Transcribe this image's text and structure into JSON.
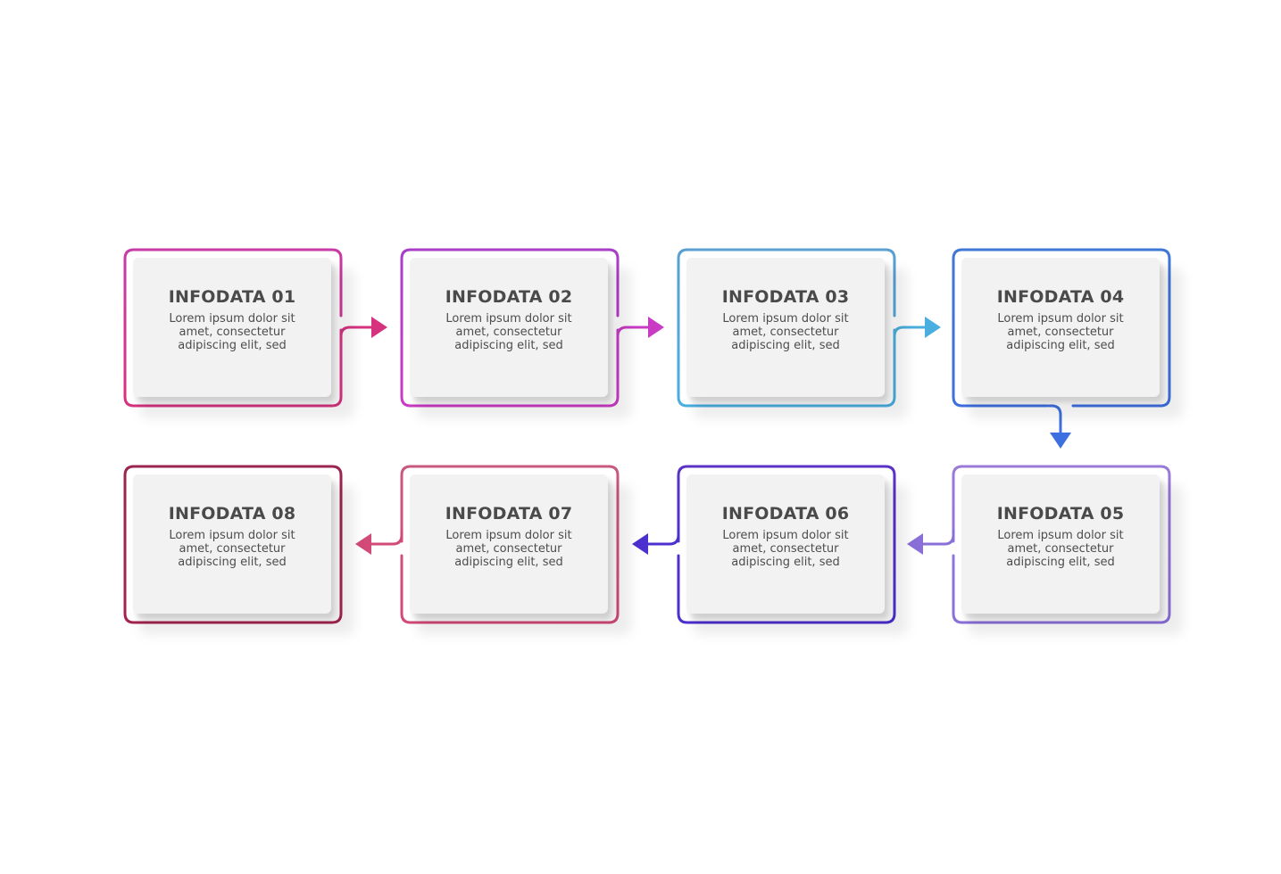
{
  "steps": [
    {
      "title": "INFODATA 01",
      "text": "Lorem ipsum dolor sit amet, consectetur adipiscing elit, sed",
      "color": "#d6337f",
      "color_top": "#c83aa6"
    },
    {
      "title": "INFODATA 02",
      "text": "Lorem ipsum dolor sit amet, consectetur adipiscing elit, sed",
      "color": "#c93bc4",
      "color_top": "#a93dc8"
    },
    {
      "title": "INFODATA 03",
      "text": "Lorem ipsum dolor sit amet, consectetur adipiscing elit, sed",
      "color": "#4aaee0",
      "color_top": "#5a9fd2"
    },
    {
      "title": "INFODATA 04",
      "text": "Lorem ipsum dolor sit amet, consectetur adipiscing elit, sed",
      "color": "#3e6fe0",
      "color_top": "#3f77d6"
    },
    {
      "title": "INFODATA 05",
      "text": "Lorem ipsum dolor sit amet, consectetur adipiscing elit, sed",
      "color": "#8a6fd9",
      "color_top": "#9a7ad8"
    },
    {
      "title": "INFODATA 06",
      "text": "Lorem ipsum dolor sit amet, consectetur adipiscing elit, sed",
      "color": "#4c2fcf",
      "color_top": "#5a32c6"
    },
    {
      "title": "INFODATA 07",
      "text": "Lorem ipsum dolor sit amet, consectetur adipiscing elit, sed",
      "color": "#d24a78",
      "color_top": "#c9587f"
    },
    {
      "title": "INFODATA 08",
      "text": "Lorem ipsum dolor sit amet, consectetur adipiscing elit, sed",
      "color": "#a4244f",
      "color_top": "#9a2550"
    }
  ]
}
